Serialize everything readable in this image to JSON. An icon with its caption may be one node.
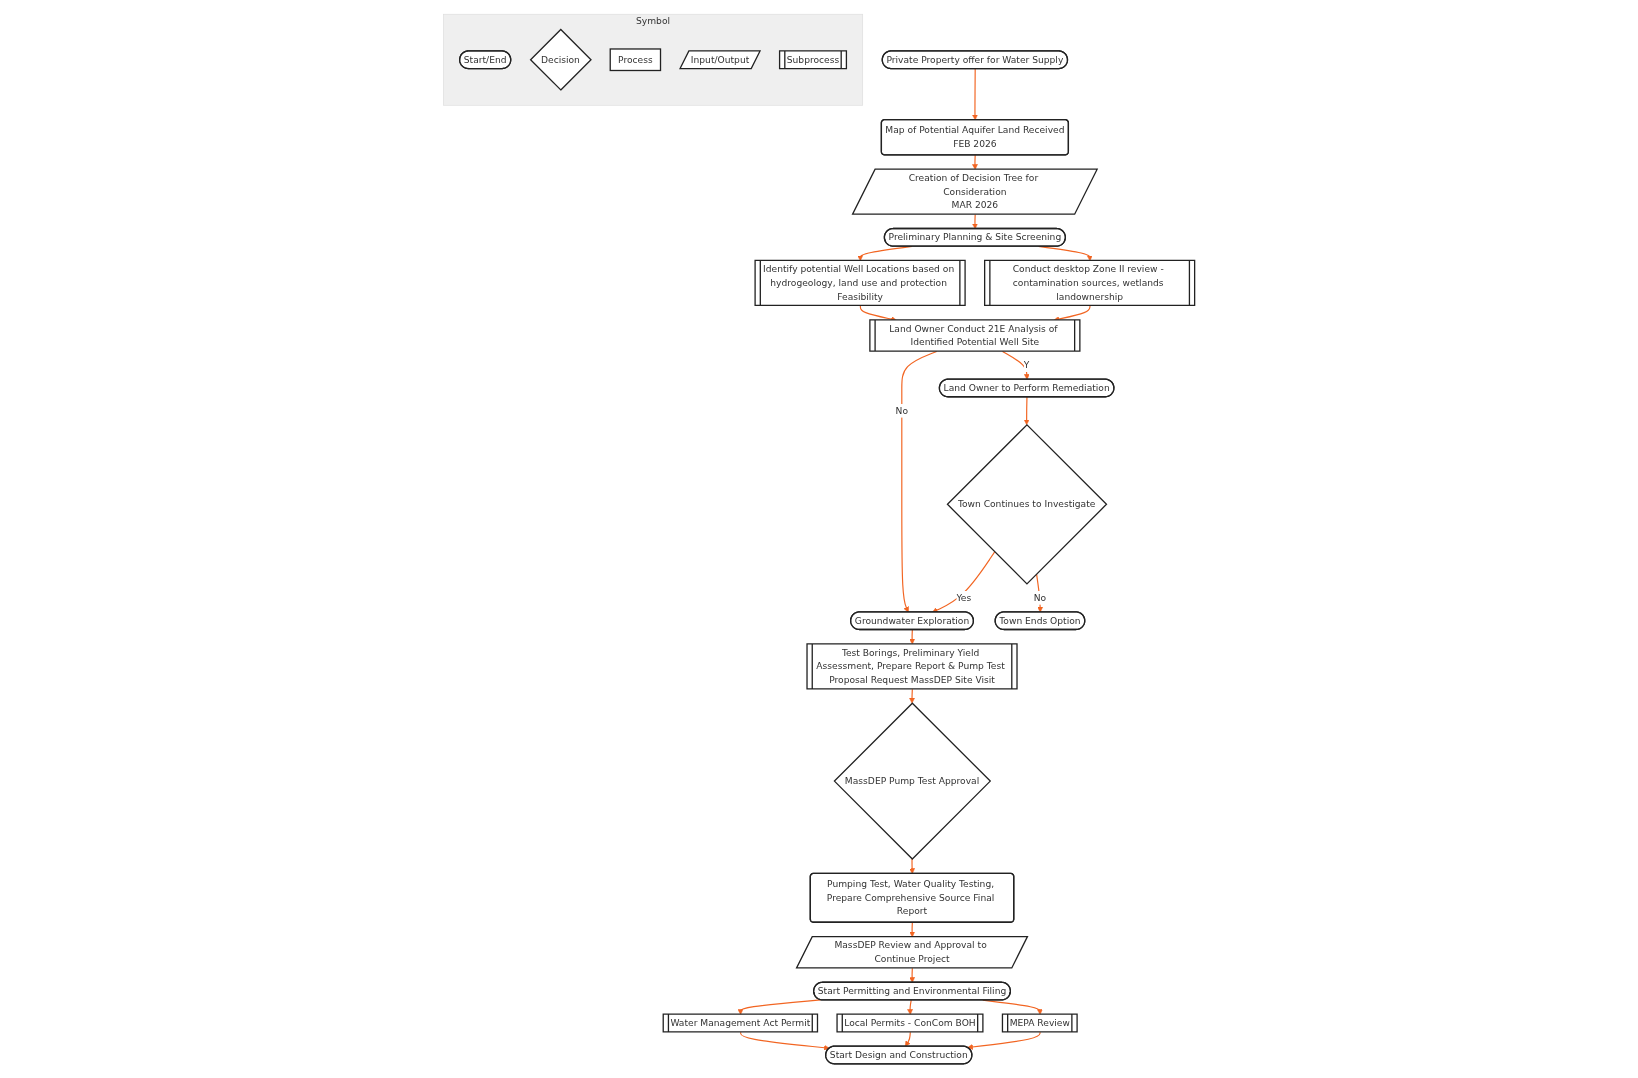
{
  "diagram": {
    "nodes": [
      {
        "text": [
          "Symbol"
        ]
      },
      {
        "text": [
          "Start/End"
        ],
        "in": 0
      },
      {
        "text": [
          "Decision"
        ],
        "in": 0
      },
      {
        "text": [
          "Process"
        ],
        "in": 0
      },
      {
        "text": [
          "Input/Output"
        ],
        "in": 0
      },
      {
        "text": [
          "Subprocess"
        ],
        "in": 0
      },
      {
        "text": [
          "Private Property offer for Water Supply"
        ]
      },
      {
        "text": [
          "Map of Potential Aquifer Land Received",
          "FEB 2026"
        ]
      },
      {
        "text": [
          "Creation of Decision Tree for Consideration",
          "MAR 2026"
        ]
      },
      {
        "text": [
          "Preliminary Planning & Site Screening"
        ]
      },
      {
        "text": [
          "Identify potential Well Locations based on hydrogeology, land use and protection Feasibility"
        ]
      },
      {
        "text": [
          "Conduct desktop Zone II review - contamination sources, wetlands landownership"
        ]
      },
      {
        "text": [
          "Land Owner Conduct 21E Analysis of Identified Potential Well Site"
        ]
      },
      {
        "text": [
          "Land Owner to Perform Remediation"
        ]
      },
      {
        "text": [
          "Groundwater Exploration"
        ]
      },
      {
        "text": [
          "Town Continues to Investigate"
        ]
      },
      {
        "text": [
          "Town Ends Option"
        ]
      },
      {
        "text": [
          "Test Borings, Preliminary Yield Assessment, Prepare Report & Pump Test Proposal Request MassDEP Site Visit"
        ]
      },
      {
        "text": [
          "MassDEP Pump Test Approval"
        ]
      },
      {
        "text": [
          "Pumping Test, Water Quality Testing, Prepare Comprehensive Source Final Report"
        ]
      },
      {
        "text": [
          "MassDEP Review and Approval to Continue Project"
        ]
      },
      {
        "text": [
          "Start Permitting and Environmental Filing"
        ]
      },
      {
        "text": [
          "Water Management Act Permit"
        ]
      },
      {
        "text": [
          "Local Permits - ConCom BOH"
        ]
      },
      {
        "text": [
          "MEPA Review"
        ]
      },
      {
        "text": [
          "Start Design and Construction"
        ]
      }
    ],
    "edges": [
      {
        "from": 6,
        "to": 7,
        "arrow": "to"
      },
      {
        "from": 7,
        "to": 8,
        "arrow": "to"
      },
      {
        "from": 8,
        "to": 9,
        "arrow": "to"
      },
      {
        "from": 9,
        "to": 10,
        "arrow": "to"
      },
      {
        "from": 9,
        "to": 11,
        "arrow": "to"
      },
      {
        "from": 10,
        "to": 12,
        "arrow": "to"
      },
      {
        "from": 11,
        "to": 12,
        "arrow": "to"
      },
      {
        "from": 12,
        "to": 13,
        "arrow": "to",
        "label": "Y"
      },
      {
        "from": 12,
        "to": 14,
        "arrow": "to",
        "label": "No"
      },
      {
        "from": 13,
        "to": 15,
        "arrow": "to"
      },
      {
        "from": 15,
        "to": 14,
        "arrow": "to",
        "label": "Yes"
      },
      {
        "from": 15,
        "to": 16,
        "arrow": "to",
        "label": "No"
      },
      {
        "from": 14,
        "to": 17,
        "arrow": "to"
      },
      {
        "from": 17,
        "to": 18,
        "arrow": "to"
      },
      {
        "from": 18,
        "to": 19,
        "arrow": "to"
      },
      {
        "from": 19,
        "to": 20,
        "arrow": "to"
      },
      {
        "from": 20,
        "to": 21,
        "arrow": "to"
      },
      {
        "from": 21,
        "to": 22,
        "arrow": "to"
      },
      {
        "from": 21,
        "to": 23,
        "arrow": "to"
      },
      {
        "from": 21,
        "to": 24,
        "arrow": "to"
      },
      {
        "from": 22,
        "to": 25,
        "arrow": "to"
      },
      {
        "from": 23,
        "to": 25,
        "arrow": "to"
      },
      {
        "from": 24,
        "to": 25,
        "arrow": "to"
      }
    ]
  }
}
